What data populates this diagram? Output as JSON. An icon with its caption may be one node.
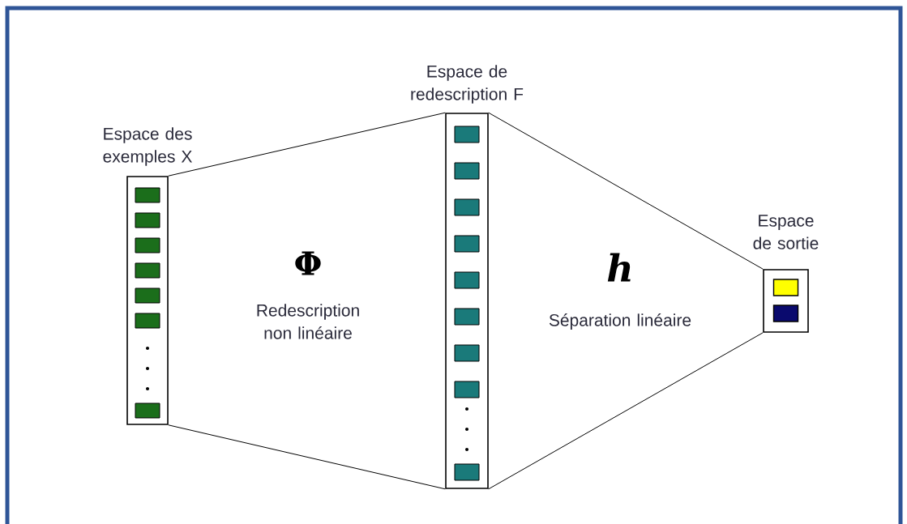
{
  "diagram": {
    "nodes": [
      {
        "text": [
          "Espace des exemples X"
        ]
      },
      {
        "text": [
          "Espace de redescription F"
        ]
      },
      {
        "text": [
          "Espace de sortie"
        ]
      }
    ],
    "edges": [
      {
        "from": 0,
        "to": 1,
        "arrow": "none"
      },
      {
        "from": 0,
        "to": 1,
        "arrow": "none"
      },
      {
        "from": 1,
        "to": 2,
        "arrow": "none"
      },
      {
        "from": 1,
        "to": 2,
        "arrow": "none"
      }
    ],
    "labels": [
      "Φ",
      "Redescription non linéaire",
      "h",
      "Séparation linéaire"
    ]
  }
}
